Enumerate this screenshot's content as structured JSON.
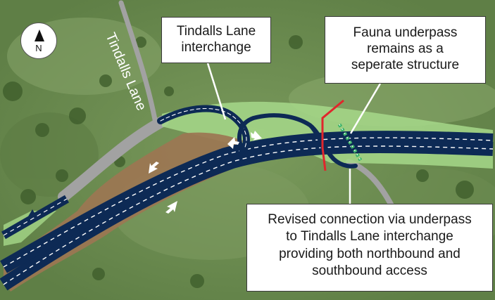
{
  "map": {
    "road_label": "Tindalls Lane",
    "north_label": "N"
  },
  "callouts": {
    "interchange": [
      "Tindalls Lane",
      "interchange"
    ],
    "fauna": [
      "Fauna underpass",
      "remains as a",
      "seperate structure"
    ],
    "connection": [
      "Revised connection via underpass",
      "to Tindalls Lane interchange",
      "providing both northbound and",
      "southbound access"
    ]
  },
  "colors": {
    "grass": "#6f8f55",
    "road_fill": "#0d2a55",
    "earthworks": "#9c7652",
    "verge": "#a6d88a",
    "existing_road": "#a0a0a0",
    "fauna_underpass": "#3db36a",
    "barrier_line": "#e0262c"
  }
}
